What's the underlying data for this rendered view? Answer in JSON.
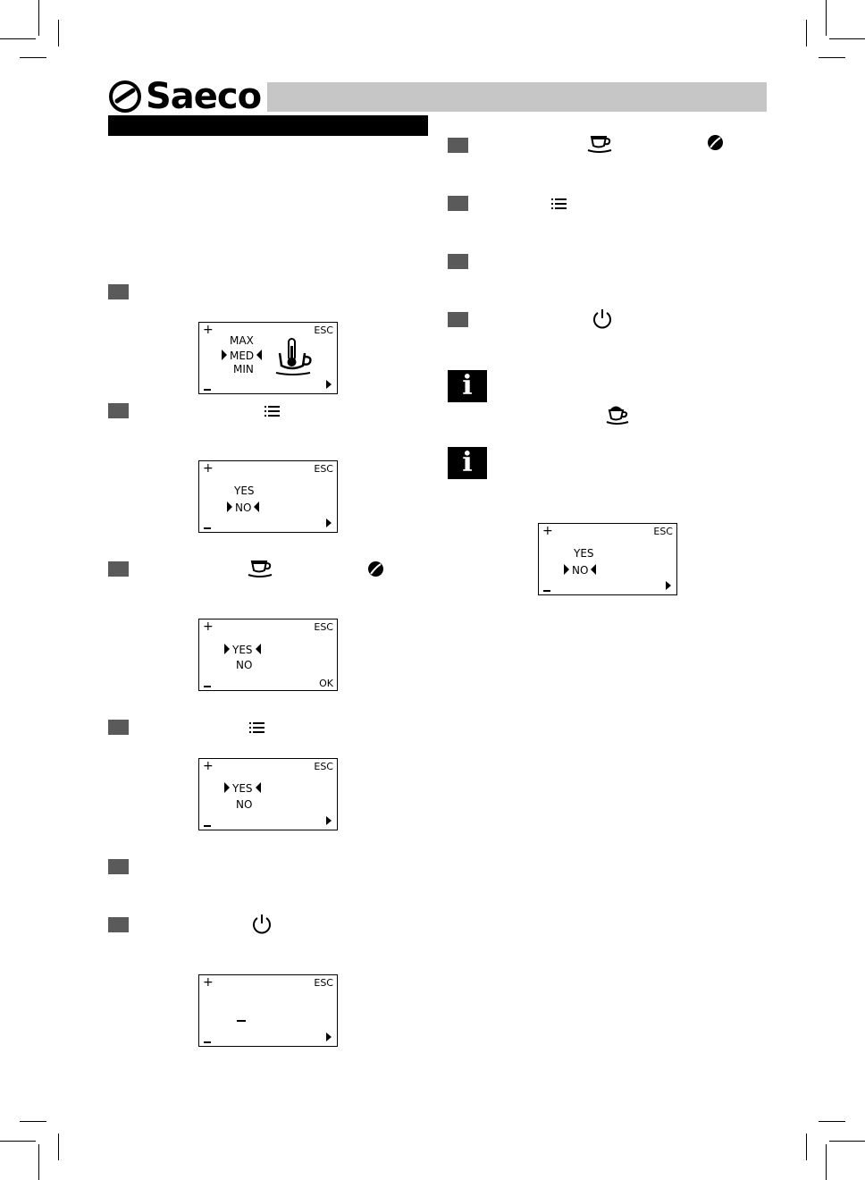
{
  "brand": {
    "name": "Saeco"
  },
  "lcd_common": {
    "plus": "+",
    "esc": "ESC",
    "ok": "OK"
  },
  "screens": {
    "temp": {
      "opt1": "MAX",
      "opt2": "MED",
      "opt3": "MIN"
    },
    "s2": {
      "opt1": "YES",
      "opt2": "NO"
    },
    "s3": {
      "opt1": "YES",
      "opt2": "NO"
    },
    "s4": {
      "opt1": "YES",
      "opt2": "NO"
    },
    "s6": {},
    "r1": {
      "opt1": "YES",
      "opt2": "NO"
    }
  },
  "icons": {
    "cup": "espresso-cup-icon",
    "menu": "menu-list-icon",
    "bean": "coffee-bean-icon",
    "power": "power-icon",
    "thermometer": "thermometer-cup-icon",
    "cappuccino": "cappuccino-cup-icon",
    "info": "i"
  }
}
